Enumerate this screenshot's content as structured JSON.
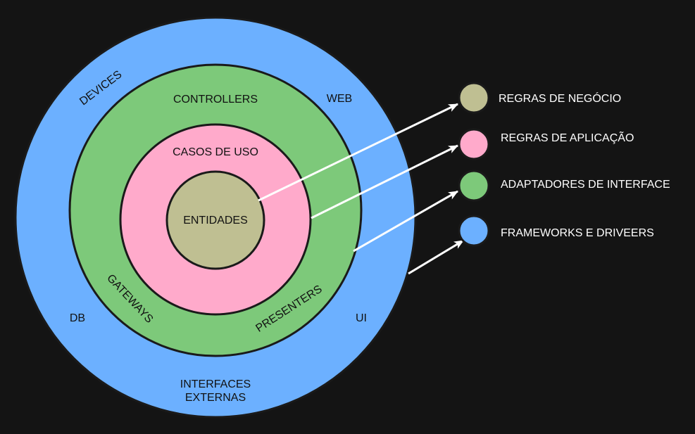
{
  "rings": {
    "outer": {
      "color": "#6cb0ff",
      "labels": {
        "devices": "DEVICES",
        "web": "WEB",
        "db": "DB",
        "ui": "UI",
        "interfaces_line1": "INTERFACES",
        "interfaces_line2": "EXTERNAS"
      }
    },
    "green": {
      "color": "#7dc97a",
      "labels": {
        "controllers": "CONTROLLERS",
        "gateways": "GATEWAYS",
        "presenters": "PRESENTERS"
      }
    },
    "pink": {
      "color": "#ffaacb",
      "labels": {
        "casos_de_uso": "CASOS DE USO"
      }
    },
    "core": {
      "color": "#bfbf92",
      "labels": {
        "entidades": "ENTIDADES"
      }
    }
  },
  "legend": [
    {
      "label": "REGRAS DE NEGÓCIO",
      "color": "#bfbf92"
    },
    {
      "label": "REGRAS DE APLICAÇÃO",
      "color": "#ffaacb"
    },
    {
      "label": "ADAPTADORES DE INTERFACE",
      "color": "#7dc97a"
    },
    {
      "label": "FRAMEWORKS E DRIVEERS",
      "color": "#6cb0ff"
    }
  ]
}
